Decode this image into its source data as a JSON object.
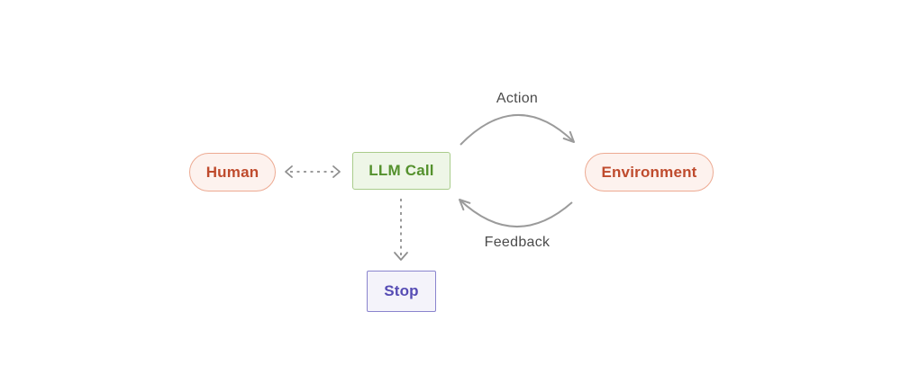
{
  "diagram": {
    "background_color": "#ffffff",
    "nodes": {
      "human": {
        "label": "Human",
        "shape": "pill",
        "fill": "#fdf2ee",
        "border": "#edaa92",
        "text_color": "#bf4b2d"
      },
      "llm_call": {
        "label": "LLM Call",
        "shape": "rectangle",
        "fill": "#eef6e7",
        "border": "#a9cc8b",
        "text_color": "#54912d"
      },
      "environment": {
        "label": "Environment",
        "shape": "pill",
        "fill": "#fdf2ee",
        "border": "#edaa92",
        "text_color": "#bf4b2d"
      },
      "stop": {
        "label": "Stop",
        "shape": "rectangle",
        "fill": "#f4f3fa",
        "border": "#8a84ce",
        "text_color": "#564cb4"
      }
    },
    "edges": {
      "action": {
        "label": "Action",
        "from": "llm_call",
        "to": "environment",
        "line": "solid-curved",
        "direction": "one-way",
        "color": "#9b9b9b"
      },
      "feedback": {
        "label": "Feedback",
        "from": "environment",
        "to": "llm_call",
        "line": "solid-curved",
        "direction": "one-way",
        "color": "#9b9b9b"
      },
      "human_llm": {
        "label": "",
        "from": "human",
        "to": "llm_call",
        "line": "dashed",
        "direction": "bidirectional",
        "color": "#8f8f8f"
      },
      "llm_stop": {
        "label": "",
        "from": "llm_call",
        "to": "stop",
        "line": "dashed",
        "direction": "one-way",
        "color": "#8f8f8f"
      }
    },
    "edge_label_color": "#4b4b4b"
  }
}
